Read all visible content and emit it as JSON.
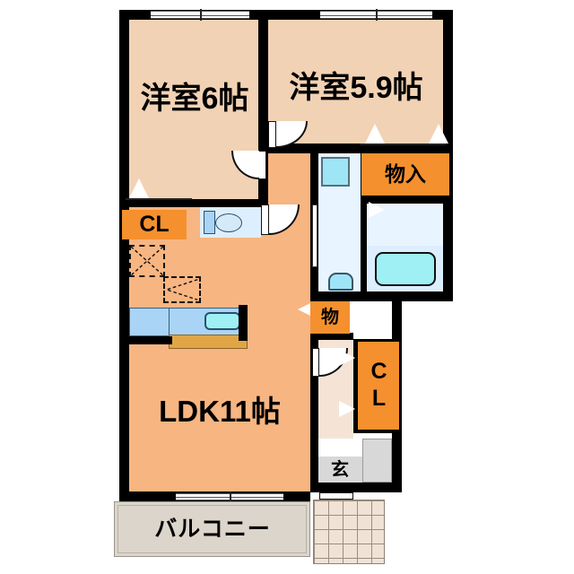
{
  "plan": {
    "type": "japanese-apartment-floor-plan",
    "layout_code": "2LDK",
    "colors": {
      "wall": "#000000",
      "room_floor": "#f2d2b4",
      "ldk_floor": "#f7b582",
      "closet": "#f5902f",
      "wet_area": "#ddeeff",
      "balcony": "#dbd5cb",
      "entry": "#d8d8d8",
      "counter": "#e0a646",
      "tub": "#9ef0f5"
    },
    "rooms": [
      {
        "id": "washitsu-left",
        "label": "洋室6帖",
        "name": "western-room-6jo",
        "area_jo": 6
      },
      {
        "id": "washitsu-right",
        "label": "洋室5.9帖",
        "name": "western-room-5.9jo",
        "area_jo": 5.9
      },
      {
        "id": "ldk",
        "label": "LDK11帖",
        "name": "ldk-11jo",
        "area_jo": 11
      },
      {
        "id": "balcony",
        "label": "バルコニー",
        "name": "balcony",
        "area_jo": null
      },
      {
        "id": "entrance",
        "label": "玄",
        "name": "genkan-entrance",
        "area_jo": null
      }
    ],
    "storage": [
      {
        "id": "cl-left",
        "label": "CL",
        "name": "closet-left"
      },
      {
        "id": "mono-nyu",
        "label": "物入",
        "name": "storage-closet-upper"
      },
      {
        "id": "mono",
        "label": "物",
        "name": "storage-small"
      },
      {
        "id": "cl-hall",
        "label": "CL",
        "name": "closet-hallway"
      }
    ],
    "fixtures": [
      {
        "name": "toilet",
        "label": ""
      },
      {
        "name": "bathtub",
        "label": ""
      },
      {
        "name": "vanity-basin",
        "label": ""
      },
      {
        "name": "kitchen-sink",
        "label": ""
      },
      {
        "name": "washing-machine-pan",
        "label": ""
      },
      {
        "name": "refrigerator-space",
        "label": ""
      }
    ]
  }
}
